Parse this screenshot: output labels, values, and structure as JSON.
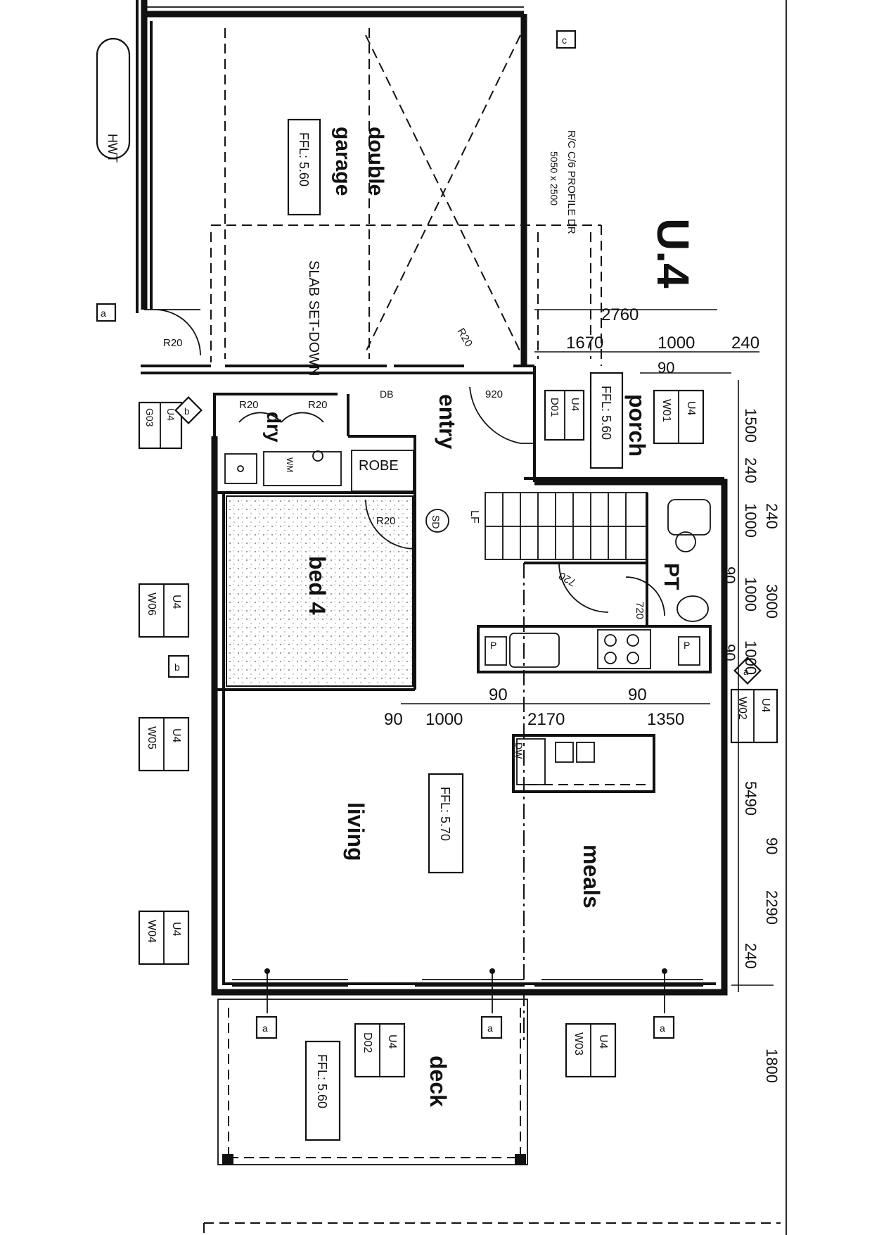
{
  "title": "U.4",
  "hwt_label": "HWT",
  "rooms": {
    "double_garage": "double garage",
    "slab_setdown": "SLAB SET-DOWN",
    "entry": "entry",
    "porch": "porch",
    "dry": "dry",
    "robe": "ROBE",
    "bed4": "bed 4",
    "living": "living",
    "meals": "meals",
    "deck": "deck",
    "pt": "PT",
    "lf": "LF",
    "sd": "SD",
    "db": "DB",
    "dw": "DW",
    "wm": "WM",
    "p": "P"
  },
  "ffl": {
    "garage": "FFL: 5.60",
    "porch": "FFL: 5.60",
    "living": "FFL: 5.70",
    "deck": "FFL: 5.60"
  },
  "garage_door_note": {
    "line1": "R/C C/6 PROFILE DR",
    "line2": "5050 x 2500"
  },
  "door_swings": [
    "R20",
    "R20",
    "R20",
    "R20",
    "R20",
    "720",
    "720",
    "920"
  ],
  "tags": {
    "w01": {
      "unit": "U4",
      "code": "W01"
    },
    "d01": {
      "unit": "U4",
      "code": "D01"
    },
    "w02": {
      "unit": "U4",
      "code": "W02"
    },
    "w03": {
      "unit": "U4",
      "code": "W03"
    },
    "d02": {
      "unit": "U4",
      "code": "D02"
    },
    "w04": {
      "unit": "U4",
      "code": "W04"
    },
    "w05": {
      "unit": "U4",
      "code": "W05"
    },
    "w06": {
      "unit": "U4",
      "code": "W06"
    },
    "g03": {
      "unit": "U4",
      "code": "G03"
    }
  },
  "dimensions": {
    "top": [
      "2760",
      "1670",
      "1000",
      "240",
      "90"
    ],
    "right": [
      "1500",
      "240",
      "1000",
      "240",
      "90",
      "1000",
      "3000",
      "90",
      "1000",
      "5490",
      "2290",
      "90",
      "240",
      "1800"
    ],
    "middle": [
      "90",
      "1000",
      "90",
      "2170",
      "90",
      "1350"
    ]
  },
  "markers": [
    "c",
    "a",
    "b",
    "a",
    "a",
    "a",
    "a",
    "b"
  ]
}
